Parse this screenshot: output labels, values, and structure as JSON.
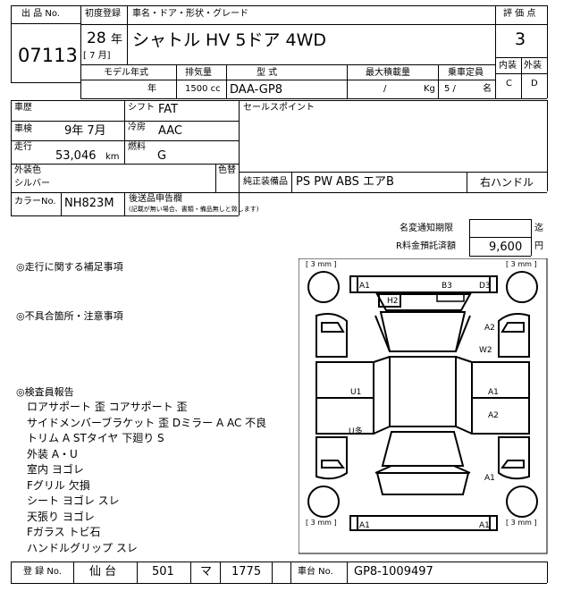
{
  "header": {
    "lot_label": "出 品 No.",
    "lot_no": "07113",
    "first_reg_label": "初度登録",
    "car_name_label": "車名・ドア・形状・グレード",
    "year_value": "28",
    "year_unit": "年",
    "month_value": "[ 7 月]",
    "car_name": "シャトル HV 5ドア 4WD",
    "grade_label": "評 価 点",
    "grade_value": "3",
    "interior_label": "内装",
    "exterior_label": "外装",
    "interior_value": "C",
    "exterior_value": "D"
  },
  "spec": {
    "model_year_label": "モデル年式",
    "displacement_label": "排気量",
    "model_label": "型 式",
    "max_load_label": "最大積載量",
    "capacity_label": "乗車定員",
    "model_year_unit": "年",
    "displacement_value": "1500 cc",
    "model_value": "DAA-GP8",
    "max_load_value": "/",
    "max_load_unit": "Kg",
    "capacity_value": "5 /",
    "capacity_unit": "名"
  },
  "details": {
    "history_label": "車歴",
    "shift_label": "シフト",
    "shift_value": "FAT",
    "inspection_label": "車検",
    "inspection_value": "9年 7月",
    "ac_label": "冷房",
    "ac_value": "AAC",
    "mileage_label": "走行",
    "mileage_value": "53,046",
    "mileage_unit": "km",
    "fuel_label": "燃料",
    "fuel_value": "G",
    "sales_point_label": "セールスポイント",
    "exterior_color_label": "外装色",
    "exterior_color_value": "シルバー",
    "recolor_label": "色替",
    "equipment_label": "純正装備品",
    "equipment_value": "PS PW ABS エアB",
    "steering_value": "右ハンドル",
    "color_no_label": "カラーNo.",
    "color_no_value": "NH823M",
    "post_doc_label": "後送品申告欄",
    "post_doc_note": "(記載が無い場合、書類・備品無しと致します)"
  },
  "deadlines": {
    "name_change_label": "名変通知期限",
    "name_change_value": "",
    "name_change_unit": "迄",
    "recycle_label": "R料金預託済額",
    "recycle_value": "9,600",
    "recycle_unit": "円"
  },
  "notes": {
    "driving_heading": "◎走行に関する補足事項",
    "defects_heading": "◎不具合箇所・注意事項",
    "inspector_heading": "◎検査員報告",
    "inspector_lines": [
      "ロアサポート 歪 コアサポート 歪",
      "サイドメンバーブラケット 歪 Dミラー A AC 不良",
      "トリム A STタイヤ 下廻り S",
      "外装 A・U",
      "室内 ヨゴレ",
      "Fグリル 欠損",
      "シート ヨゴレ スレ",
      "天張り ヨゴレ",
      "Fガラス トビ石",
      "ハンドルグリップ スレ"
    ]
  },
  "diagram": {
    "tire_label": "3",
    "tire_label_unit": "mm",
    "marks": [
      "A1",
      "B3",
      "D3",
      "H2",
      "A2",
      "W2",
      "U1",
      "A1",
      "A2",
      "U多",
      "A1",
      "A1",
      "A1"
    ]
  },
  "footer": {
    "reg_no_label": "登 録 No.",
    "reg_area": "仙 台",
    "reg_class": "501",
    "reg_kana": "マ",
    "reg_number": "1775",
    "chassis_label": "車台 No.",
    "chassis_value": "GP8-1009497"
  }
}
